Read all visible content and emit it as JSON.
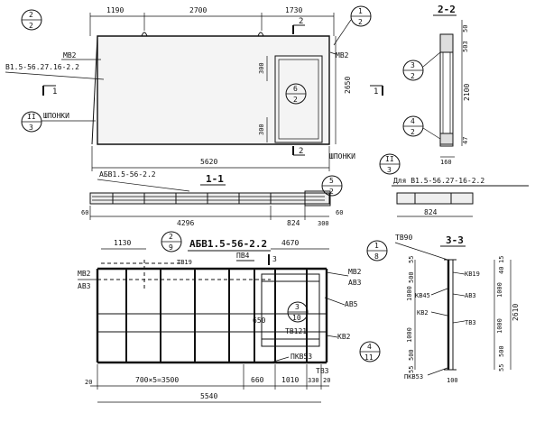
{
  "panel_top": {
    "dims_top": [
      "1190",
      "2700",
      "1730"
    ],
    "total_width": "5620",
    "height": "2650",
    "opening_top": "300",
    "opening_bottom": "300",
    "callout_left": {
      "top": "2",
      "bottom": "2"
    },
    "callout_right": {
      "top": "1",
      "bottom": "2"
    },
    "callout_opening": {
      "top": "6",
      "bottom": "2"
    },
    "callout_keys": {
      "top": "II",
      "bottom": "3"
    },
    "callout_keys_right": {
      "top": "II",
      "bottom": "3"
    },
    "mark_left": "МВ2",
    "mark_right": "МВ2",
    "designation": "В1.5-56.27.16-2.2",
    "keys_left": "ШПОНКИ",
    "keys_right": "ШПОНКИ",
    "section_1": "1",
    "section_1b": "1",
    "section_2": "2",
    "section_2b": "2"
  },
  "section_22": {
    "title": "2-2",
    "dims": [
      "50",
      "503",
      "2100",
      "47"
    ],
    "bottom": "160",
    "callout_a": {
      "top": "3",
      "bottom": "2"
    },
    "callout_b": {
      "top": "4",
      "bottom": "2"
    }
  },
  "section_11": {
    "title": "1-1",
    "label": "АБВ1.5-56-2.2",
    "dims": [
      "60",
      "4296",
      "824",
      "300",
      "60"
    ],
    "callout": {
      "top": "5",
      "bottom": "2"
    }
  },
  "detail_right": {
    "label": "Для В1.5-56.27-16-2.2",
    "dim": "824"
  },
  "cage": {
    "title": "АБВ1.5-56-2.2",
    "dims_top": [
      "1130",
      "4670"
    ],
    "dims_bottom": [
      "20",
      "700×5=3500",
      "660",
      "1010",
      "330",
      "20"
    ],
    "total": "5540",
    "dim_650": "650",
    "callout_a": {
      "top": "2",
      "bottom": "9"
    },
    "callout_b": {
      "top": "1",
      "bottom": "8"
    },
    "callout_c": {
      "top": "3",
      "bottom": "10"
    },
    "callout_d": {
      "top": "4",
      "bottom": "11"
    },
    "marks": {
      "mv2_left": "МВ2",
      "av3_left": "АВ3",
      "tv19": "ТВ19",
      "pv4": "ПВ4",
      "three": "3",
      "mv2_right": "МВ2",
      "av3_right": "АВ3",
      "av5": "АВ5",
      "tv121": "ТВ121",
      "kv2": "КВ2",
      "pkv53": "ПКВ53",
      "tv3": "ТВ3"
    }
  },
  "section_33": {
    "title": "3-3",
    "tv90": "ТВ90",
    "kv19": "КВ19",
    "kv45": "КВ45",
    "av3": "АВ3",
    "kv2": "КВ2",
    "tv3": "ТВ3",
    "pkv53": "ПКВ53",
    "left_dims": [
      "55",
      "500",
      "1000",
      "1000",
      "500",
      "55"
    ],
    "right_dims": [
      "15",
      "40",
      "1000",
      "1000",
      "500",
      "55"
    ],
    "total": "2610",
    "bottom": "100"
  }
}
